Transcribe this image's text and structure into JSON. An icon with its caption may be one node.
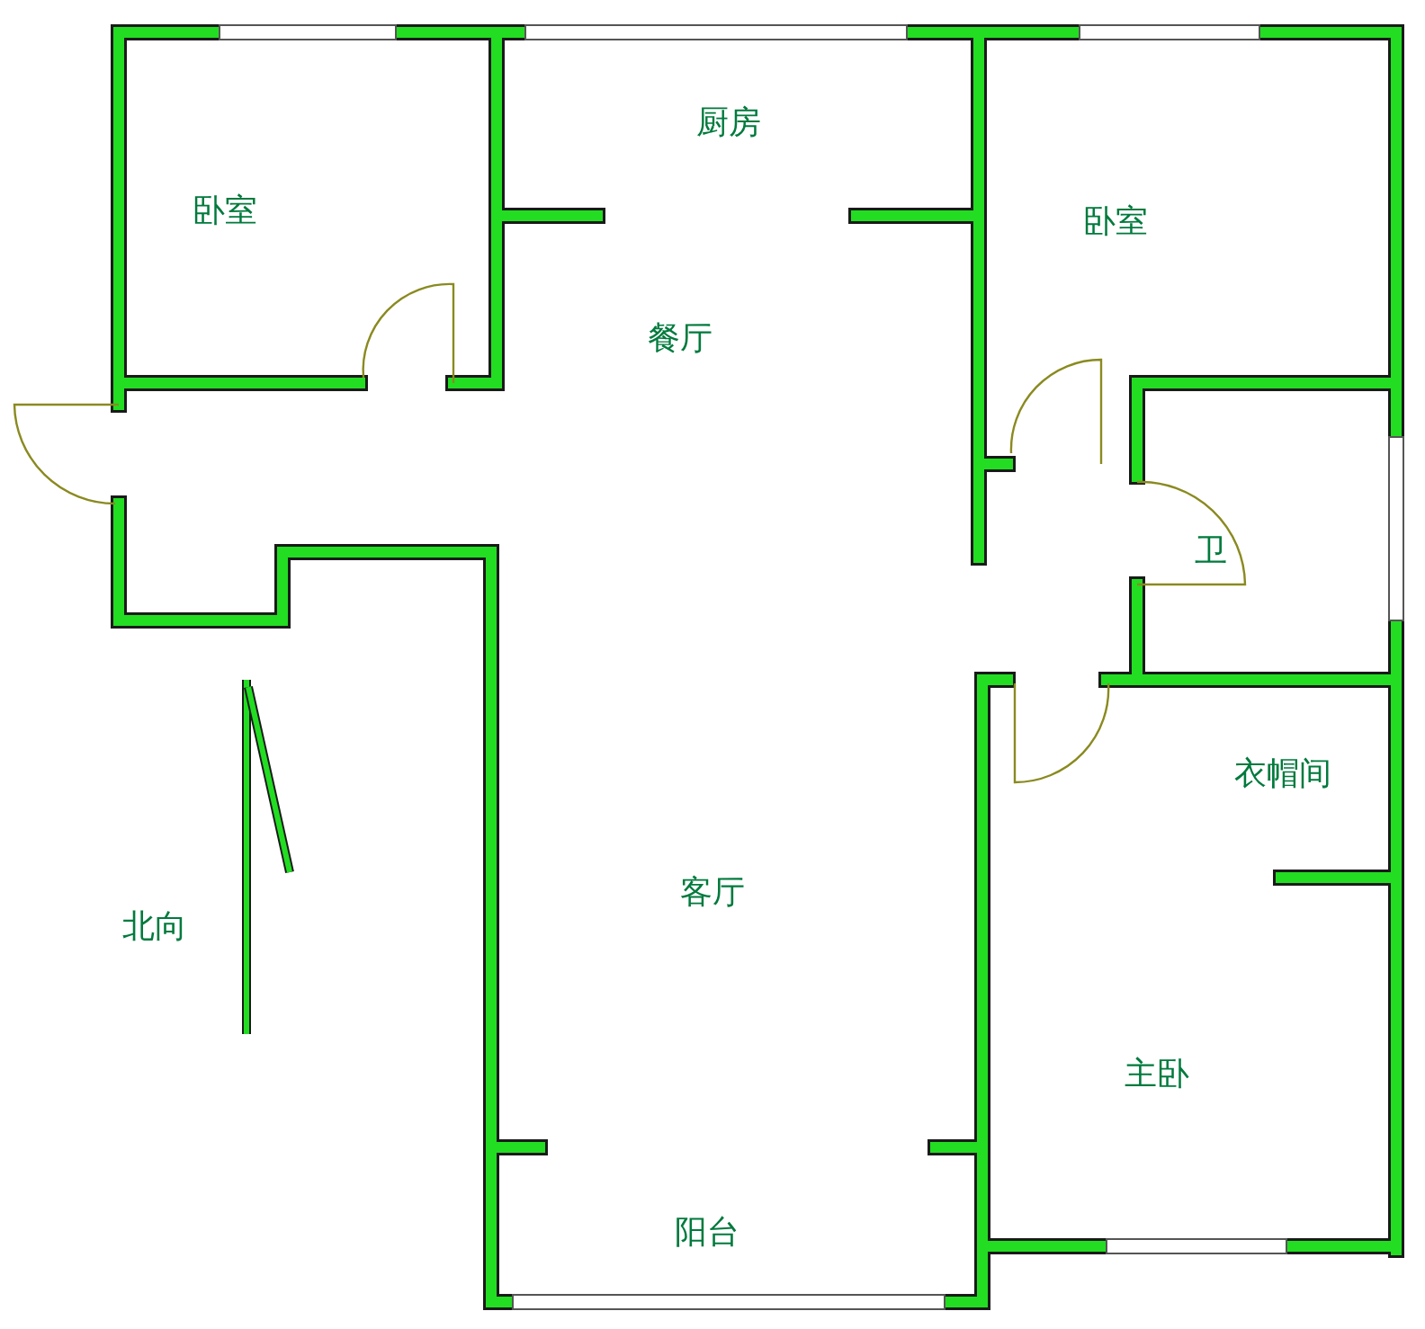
{
  "diagram": {
    "labels": [
      "卧室",
      "厨房",
      "卧室",
      "餐厅",
      "卫",
      "衣帽间",
      "北向",
      "客厅",
      "主卧",
      "阳台"
    ]
  }
}
